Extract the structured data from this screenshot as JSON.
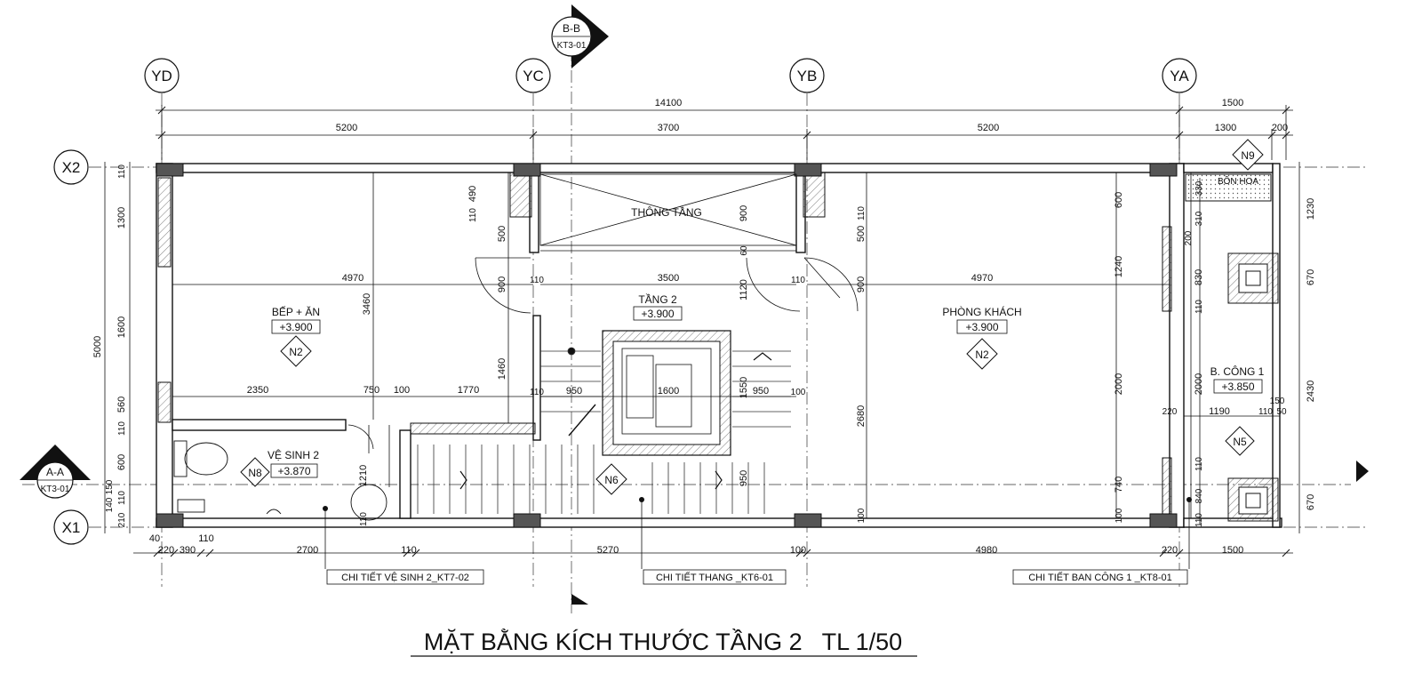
{
  "title": "MẶT BẰNG KÍCH THƯỚC TẦNG 2   TL 1/50",
  "axes": {
    "vertical": [
      "YD",
      "YC",
      "YB",
      "YA"
    ],
    "horizontal": [
      "X2",
      "X1"
    ]
  },
  "sections": [
    {
      "name": "B-B",
      "sheet": "KT3-01"
    },
    {
      "name": "A-A",
      "sheet": "KT3-01"
    }
  ],
  "rooms": [
    {
      "name": "BẾP + ĂN",
      "level": "+3.900",
      "tag": "N2"
    },
    {
      "name": "PHÒNG KHÁCH",
      "level": "+3.900",
      "tag": "N2"
    },
    {
      "name": "TẦNG 2",
      "level": "+3.900"
    },
    {
      "name": "VỆ SINH 2",
      "level": "+3.870",
      "tag": "N8"
    },
    {
      "name": "B. CÔNG 1",
      "level": "+3.850",
      "tag": "N5"
    },
    {
      "name": "THÔNG TẦNG"
    },
    {
      "name": "BỒN HOA",
      "tag": "N9"
    }
  ],
  "stair_tag": "N6",
  "callouts": [
    "CHI TIẾT VỆ SINH 2_KT7-02",
    "CHI TIẾT THANG _KT6-01",
    "CHI TIẾT BAN CÔNG 1 _KT8-01"
  ],
  "dims_top": {
    "overall": "14100",
    "overall_right": "1500",
    "bays": [
      "5200",
      "3700",
      "5200"
    ],
    "right_sub": [
      "1300",
      "200"
    ]
  },
  "dims_bottom": [
    "40",
    "220",
    "390",
    "110",
    "2700",
    "110",
    "5270",
    "100",
    "4980",
    "220",
    "1500"
  ],
  "dims_left": [
    "5000",
    "1300",
    "1600",
    "560",
    "600",
    "110",
    "110",
    "140",
    "150",
    "110",
    "210"
  ],
  "dims_right": [
    "1230",
    "670",
    "2430",
    "670"
  ],
  "dims_interior": [
    "4970",
    "3460",
    "2350",
    "750",
    "100",
    "1770",
    "490",
    "110",
    "500",
    "900",
    "110",
    "1460",
    "3500",
    "110",
    "1120",
    "60",
    "950",
    "1600",
    "1550",
    "950",
    "900",
    "110",
    "950",
    "4970",
    "110",
    "500",
    "900",
    "2680",
    "1210",
    "110",
    "100",
    "600",
    "1240",
    "2000",
    "740",
    "100",
    "100",
    "330",
    "310",
    "200",
    "830",
    "110",
    "2000",
    "1190",
    "150",
    "110",
    "50",
    "220",
    "840",
    "110",
    "110"
  ]
}
